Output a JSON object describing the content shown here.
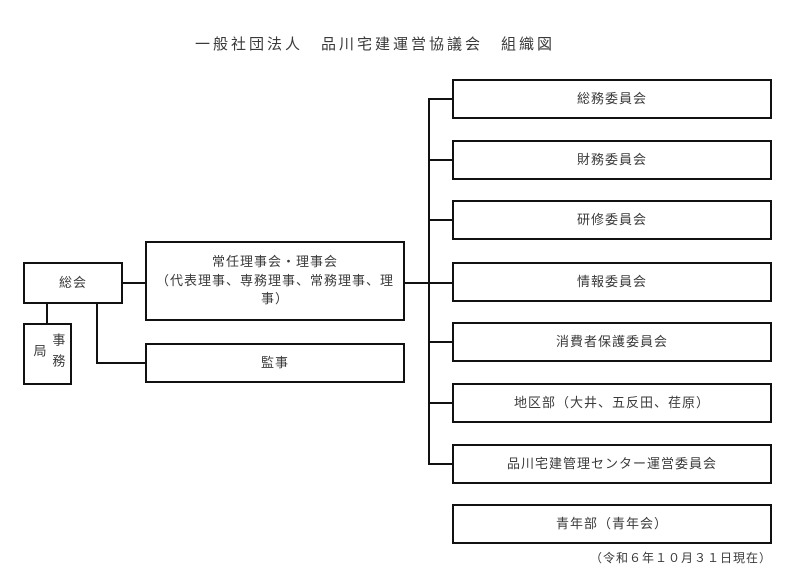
{
  "page": {
    "title": "一般社団法人　品川宅建運営協議会　組織図",
    "date_note": "（令和６年１０月３１日現在）"
  },
  "org": {
    "general_meeting": {
      "label": "総会"
    },
    "secretariat": {
      "label": "事務局"
    },
    "board": {
      "line1": "常任理事会・理事会",
      "line2": "（代表理事、専務理事、常務理事、理事）"
    },
    "auditor": {
      "label": "監事"
    },
    "committees": [
      {
        "label": "総務委員会"
      },
      {
        "label": "財務委員会"
      },
      {
        "label": "研修委員会"
      },
      {
        "label": "情報委員会"
      },
      {
        "label": "消費者保護委員会"
      },
      {
        "label": "地区部（大井、五反田、荏原）"
      },
      {
        "label": "品川宅建管理センター運営委員会"
      },
      {
        "label": "青年部（青年会）"
      }
    ]
  }
}
